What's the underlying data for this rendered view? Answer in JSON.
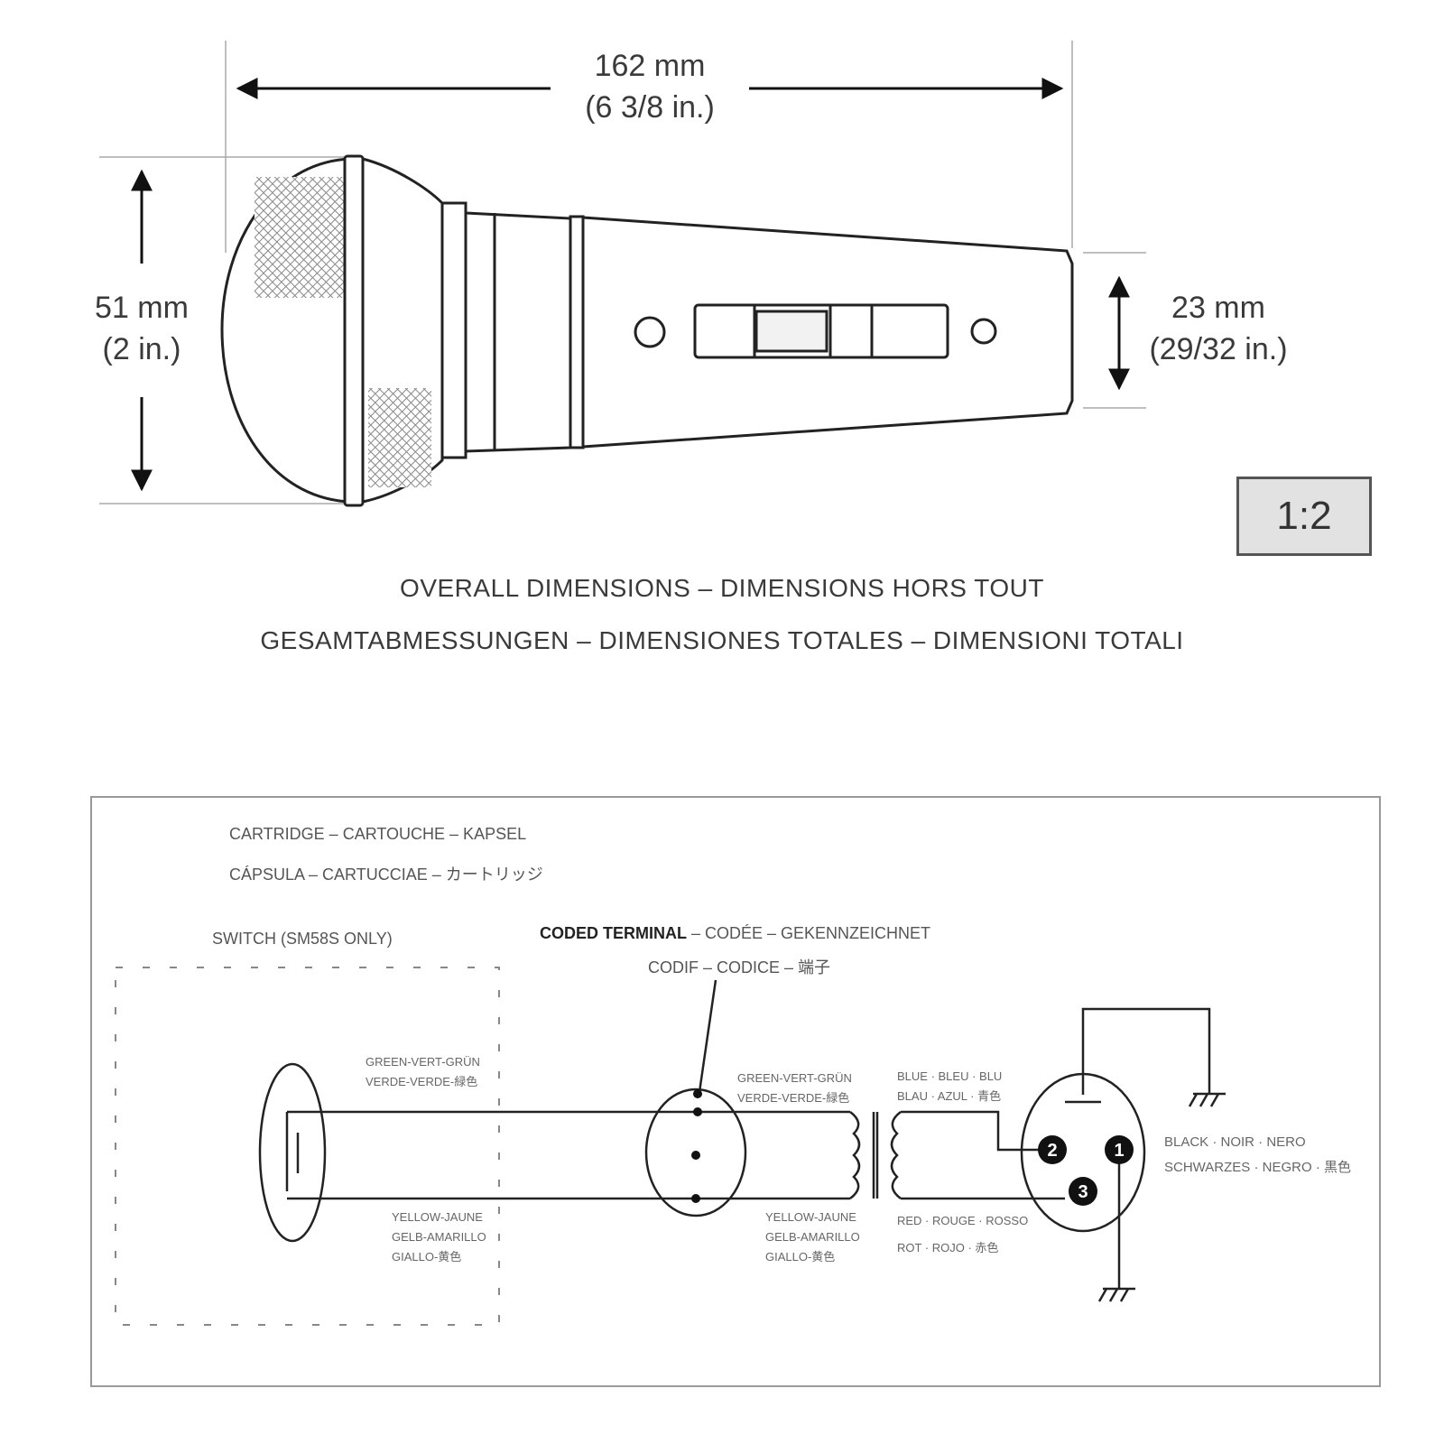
{
  "dimensions": {
    "length_mm": "162 mm",
    "length_in": "(6 3/8 in.)",
    "diameter_mm": "51 mm",
    "diameter_in": "(2 in.)",
    "handle_mm": "23 mm",
    "handle_in": "(29/32 in.)"
  },
  "scale": "1:2",
  "caption": {
    "line1": "OVERALL DIMENSIONS – DIMENSIONS HORS TOUT",
    "line2": "GESAMTABMESSUNGEN – DIMENSIONES TOTALES – DIMENSIONI TOTALI"
  },
  "wiring": {
    "cartridge_line1": "CARTRIDGE – CARTOUCHE – KAPSEL",
    "cartridge_line2": "CÁPSULA – CARTUCCIAE – カートリッジ",
    "switch_label": "SWITCH (SM58S ONLY)",
    "coded_terminal_bold": "CODED TERMINAL",
    "coded_terminal_rest": " – CODÉE – GEKENNZEICHNET",
    "coded_terminal_line2": "CODIF – CODICE – 端子",
    "green_left_1": "GREEN-VERT-GRÜN",
    "green_left_2": "VERDE-VERDE-緑色",
    "green_mid_1": "GREEN-VERT-GRÜN",
    "green_mid_2": "VERDE-VERDE-緑色",
    "blue_1": "BLUE · BLEU · BLU",
    "blue_2": "BLAU · AZUL · 青色",
    "yellow_left_1": "YELLOW-JAUNE",
    "yellow_left_2": "GELB-AMARILLO",
    "yellow_left_3": "GIALLO-黄色",
    "yellow_mid_1": "YELLOW-JAUNE",
    "yellow_mid_2": "GELB-AMARILLO",
    "yellow_mid_3": "GIALLO-黄色",
    "red_1": "RED · ROUGE · ROSSO",
    "red_2": "ROT · ROJO · 赤色",
    "black_1": "BLACK · NOIR · NERO",
    "black_2": "SCHWARZES · NEGRO · 黒色",
    "pin1": "1",
    "pin2": "2",
    "pin3": "3"
  }
}
